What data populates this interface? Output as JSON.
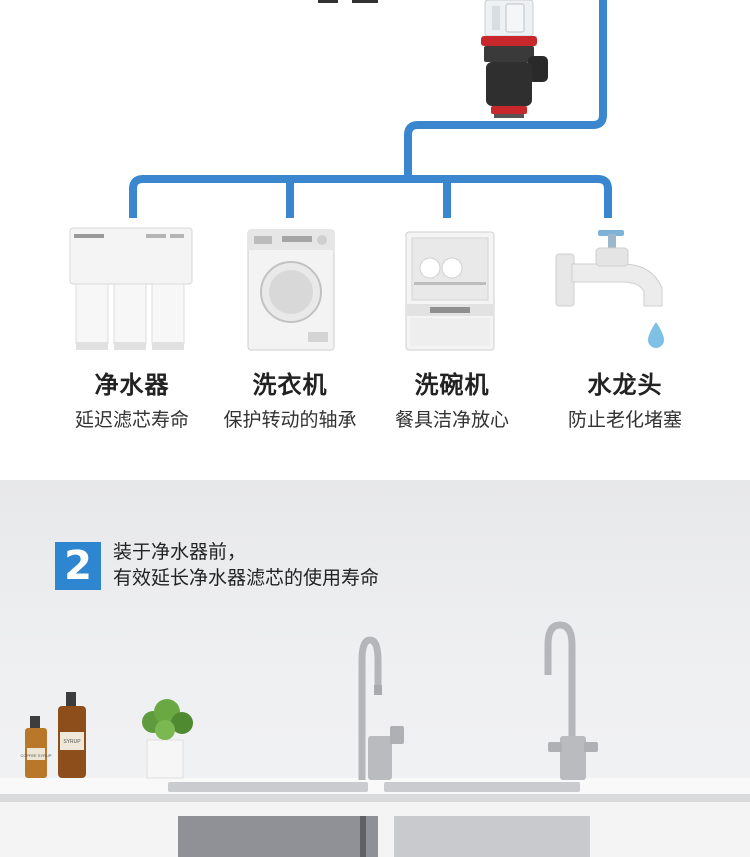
{
  "appliances": [
    {
      "name": "净水器",
      "desc": "延迟滤芯寿命"
    },
    {
      "name": "洗衣机",
      "desc": "保护转动的轴承"
    },
    {
      "name": "洗碗机",
      "desc": "餐具洁净放心"
    },
    {
      "name": "水龙头",
      "desc": "防止老化堵塞"
    }
  ],
  "step": {
    "number": "2",
    "line1": "装于净水器前，",
    "line2": "有效延长净水器滤芯的使用寿命"
  },
  "bottles": {
    "small_label": "COFFEE SYRUP",
    "large_label": "SYRUP"
  },
  "colors": {
    "pipe": "#3a87cf",
    "badge": "#2f86d0",
    "filter_red": "#c8282b"
  }
}
